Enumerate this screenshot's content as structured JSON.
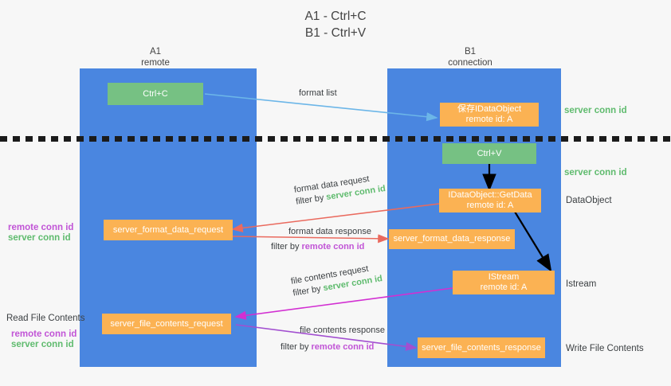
{
  "title": {
    "line1": "A1 - Ctrl+C",
    "line2": "B1 - Ctrl+V"
  },
  "colors": {
    "lane": "#4a86e0",
    "green_box": "#76c183",
    "orange_box": "#fbb253",
    "server_conn_id": "#5fbb6e",
    "remote_conn_id": "#c154d6",
    "arrow_blue": "#6cb6e8",
    "arrow_red": "#ea6a5e",
    "arrow_magenta": "#d22fd2",
    "arrow_purple": "#a24fd0",
    "arrow_black": "#000000",
    "background": "#f7f7f7"
  },
  "lanes": [
    {
      "name": "A1",
      "sub": "remote"
    },
    {
      "name": "B1",
      "sub": "connection"
    }
  ],
  "boxes": {
    "ctrl_c": "Ctrl+C",
    "ctrl_v": "Ctrl+V",
    "idataobject_title": "保存IDataObject",
    "idataobject_sub": "remote id: A",
    "getdata_title": "IDataObject::GetData",
    "getdata_sub": "remote id: A",
    "istream_title": "IStream",
    "istream_sub": "remote id: A",
    "server_format_data_request": "server_format_data_request",
    "server_format_data_response": "server_format_data_response",
    "server_file_contents_request": "server_file_contents_request",
    "server_file_contents_response": "server_file_contents_response"
  },
  "right_labels": {
    "server_conn_id_top": "server conn id",
    "server_conn_id_mid": "server conn id",
    "dataobject": "DataObject",
    "istream": "Istream",
    "write_file_contents": "Write File Contents"
  },
  "left_labels": {
    "remote_conn_id_1": "remote conn id",
    "server_conn_id_1": "server conn id",
    "read_file_contents": "Read File Contents",
    "remote_conn_id_2": "remote conn id",
    "server_conn_id_2": "server conn id"
  },
  "arrow_labels": {
    "format_list": "format list",
    "format_data_request": "format data request",
    "format_data_request_filter_prefix": "filter by ",
    "format_data_request_filter_value": "server conn id",
    "format_data_response": "format data response",
    "format_data_response_filter_prefix": "filter by ",
    "format_data_response_filter_value": "remote conn id",
    "file_contents_request": "file contents request",
    "file_contents_request_filter_prefix": "filter by ",
    "file_contents_request_filter_value": "server conn id",
    "file_contents_response": "file contents response",
    "file_contents_response_filter_prefix": "filter by ",
    "file_contents_response_filter_value": "remote conn id"
  }
}
